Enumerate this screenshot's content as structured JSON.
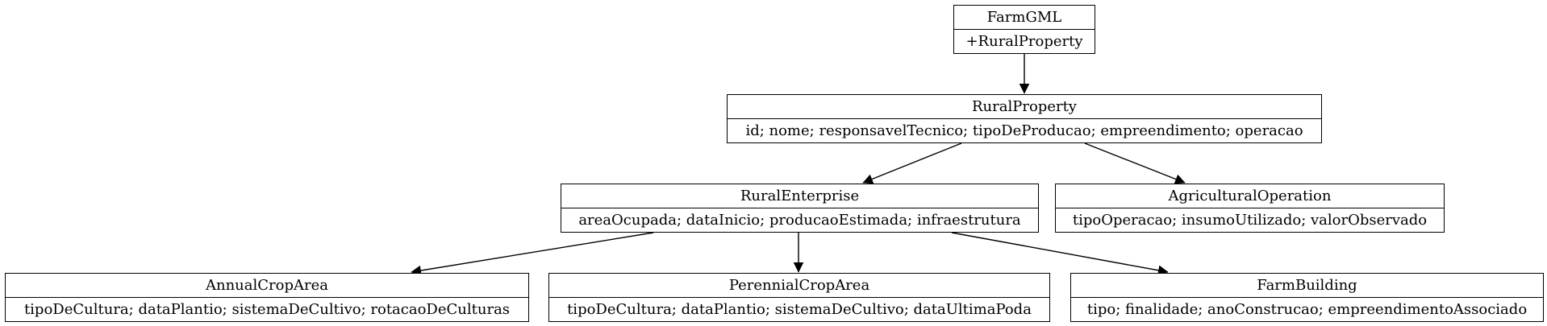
{
  "nodes": {
    "farmgml": {
      "name": "FarmGML",
      "attrs": "+RuralProperty"
    },
    "rural_property": {
      "name": "RuralProperty",
      "attrs": "id; nome; responsavelTecnico; tipoDeProducao; empreendimento; operacao"
    },
    "rural_enterprise": {
      "name": "RuralEnterprise",
      "attrs": "areaOcupada; dataInicio; producaoEstimada; infraestrutura"
    },
    "agricultural_operation": {
      "name": "AgriculturalOperation",
      "attrs": "tipoOperacao; insumoUtilizado; valorObservado"
    },
    "annual_crop_area": {
      "name": "AnnualCropArea",
      "attrs": "tipoDeCultura; dataPlantio; sistemaDeCultivo; rotacaoDeCulturas"
    },
    "perennial_crop_area": {
      "name": "PerennialCropArea",
      "attrs": "tipoDeCultura; dataPlantio; sistemaDeCultivo; dataUltimaPoda"
    },
    "farm_building": {
      "name": "FarmBuilding",
      "attrs": "tipo; finalidade; anoConstrucao; empreendimentoAssociado"
    }
  },
  "edges": [
    {
      "from": "farmgml",
      "to": "rural_property"
    },
    {
      "from": "rural_property",
      "to": "rural_enterprise"
    },
    {
      "from": "rural_property",
      "to": "agricultural_operation"
    },
    {
      "from": "rural_enterprise",
      "to": "annual_crop_area"
    },
    {
      "from": "rural_enterprise",
      "to": "perennial_crop_area"
    },
    {
      "from": "rural_enterprise",
      "to": "farm_building"
    }
  ]
}
